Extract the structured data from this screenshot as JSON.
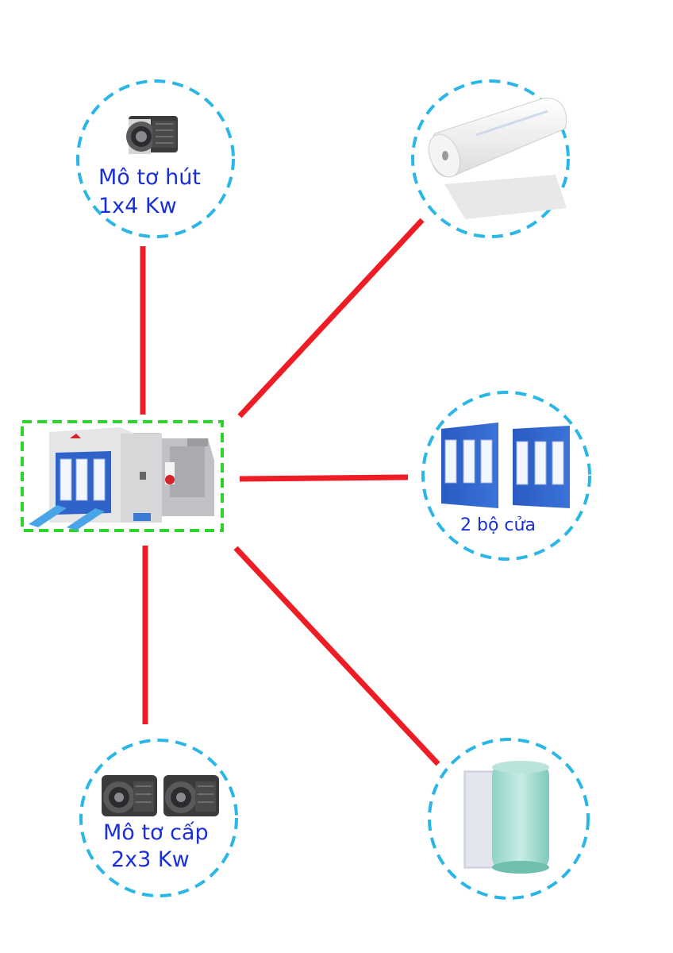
{
  "colors": {
    "connector": "#ee1c24",
    "node_border": "#2ab6e6",
    "center_border": "#2bd52b",
    "label": "#1b2fd6",
    "door_blue": "#2f63c9",
    "filter_green": "#a8ddd3",
    "booth_grey": "#d9dadc"
  },
  "nodes": {
    "exhaust_motor": {
      "icon": "blower-fan-icon",
      "label_line1": "Mô tơ hút",
      "label_line2": "1x4 Kw"
    },
    "ceiling_filter": {
      "icon": "filter-roll-icon"
    },
    "doors": {
      "icon": "door-panel-icon",
      "label": "2 bộ cửa"
    },
    "supply_motor": {
      "icon": "blower-fan-icon",
      "label_line1": "Mô tơ cấp",
      "label_line2": "2x3 Kw"
    },
    "floor_filter": {
      "icon": "green-filter-roll-icon"
    },
    "booth": {
      "icon": "paint-booth-icon"
    }
  }
}
